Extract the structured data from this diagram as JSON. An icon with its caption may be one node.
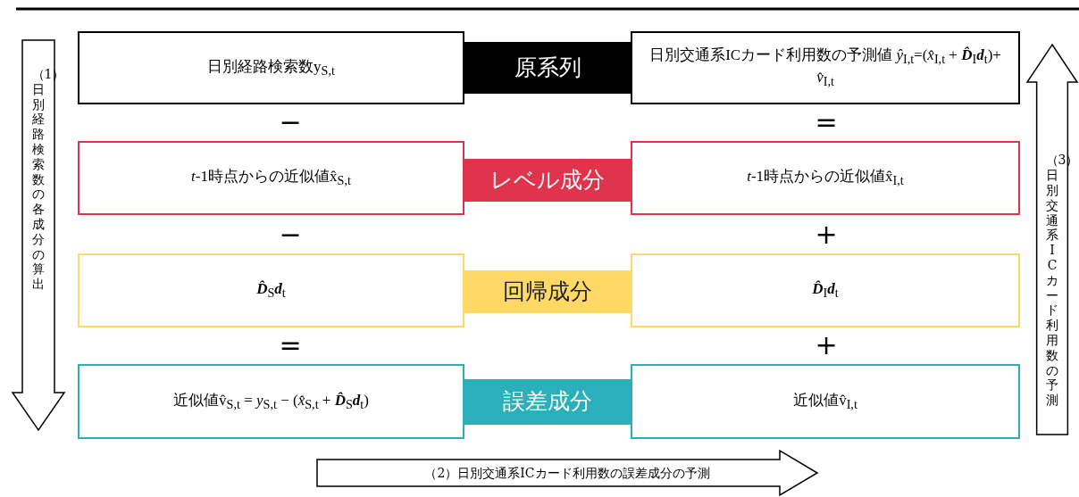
{
  "diagram": {
    "nodes": [
      {
        "text": [
          "日別経路検索数y$_{S,t}$"
        ]
      },
      {
        "text": [
          "原系列"
        ]
      },
      {
        "text": [
          "日別交通系ICカード利用数の予測値 *ŷ*$_{I,t}$=(*x̂*$_{I,t}$ + **D̂**$_{I}$**d**$_{t}$)+ *v̂*$_{I,t}$"
        ]
      },
      {
        "text": [
          "*t*-1時点からの近似値x̂$_{S,t}$"
        ]
      },
      {
        "text": [
          "レベル成分"
        ]
      },
      {
        "text": [
          "*t*-1時点からの近似値x̂$_{I,t}$"
        ]
      },
      {
        "text": [
          "**D̂**$_{S}$**d**$_{t}$"
        ]
      },
      {
        "text": [
          "回帰成分"
        ]
      },
      {
        "text": [
          "**D̂**$_{I}$**d**$_{t}$"
        ]
      },
      {
        "text": [
          "近似値v̂$_{S,t}$ = *y*$_{S,t}$ − (*x̂*$_{S,t}$ + **D̂**$_{S}$**d**$_{t}$)"
        ]
      },
      {
        "text": [
          "誤差成分"
        ]
      },
      {
        "text": [
          "近似値v̂$_{I,t}$"
        ]
      },
      {
        "text": [
          "（1）日別経路検索数の各成分の算出"
        ]
      },
      {
        "text": [
          "（3）日別交通系ICカード利用数の予測"
        ]
      },
      {
        "text": [
          "（2）日別交通系ICカード利用数の誤差成分の予測"
        ]
      }
    ],
    "labels": [
      "−",
      "=",
      "−",
      "+",
      "=",
      "+"
    ]
  }
}
